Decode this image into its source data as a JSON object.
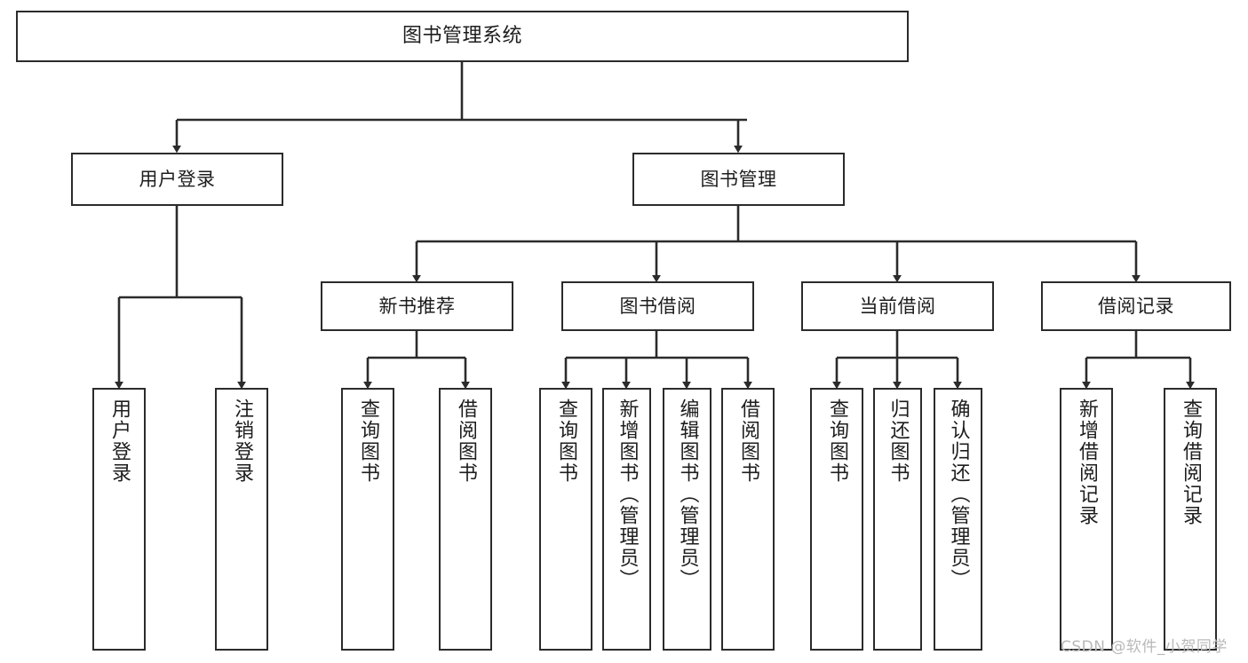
{
  "diagram": {
    "title_box": {
      "label": "图书管理系统"
    },
    "level1": [
      {
        "id": "user-login",
        "label": "用户登录"
      },
      {
        "id": "book-management",
        "label": "图书管理"
      }
    ],
    "level2": [
      {
        "id": "new-book-recommend",
        "label": "新书推荐"
      },
      {
        "id": "book-borrow",
        "label": "图书借阅"
      },
      {
        "id": "current-borrow",
        "label": "当前借阅"
      },
      {
        "id": "borrow-record",
        "label": "借阅记录"
      }
    ],
    "leaves": [
      {
        "id": "leaf-user-login",
        "parent": "user-login",
        "label": "用户登录"
      },
      {
        "id": "leaf-logout-login",
        "parent": "user-login",
        "label": "注销登录"
      },
      {
        "id": "leaf-query-book-1",
        "parent": "new-book-recommend",
        "label": "查询图书"
      },
      {
        "id": "leaf-borrow-book-1",
        "parent": "new-book-recommend",
        "label": "借阅图书"
      },
      {
        "id": "leaf-query-book-2",
        "parent": "book-borrow",
        "label": "查询图书"
      },
      {
        "id": "leaf-add-book",
        "parent": "book-borrow",
        "label": "新增图书（管理员）"
      },
      {
        "id": "leaf-edit-book",
        "parent": "book-borrow",
        "label": "编辑图书（管理员）"
      },
      {
        "id": "leaf-borrow-book-2",
        "parent": "book-borrow",
        "label": "借阅图书"
      },
      {
        "id": "leaf-query-book-3",
        "parent": "current-borrow",
        "label": "查询图书"
      },
      {
        "id": "leaf-return-book",
        "parent": "current-borrow",
        "label": "归还图书"
      },
      {
        "id": "leaf-confirm-return",
        "parent": "current-borrow",
        "label": "确认归还（管理员）"
      },
      {
        "id": "leaf-add-record",
        "parent": "borrow-record",
        "label": "新增借阅记录"
      },
      {
        "id": "leaf-query-record",
        "parent": "borrow-record",
        "label": "查询借阅记录"
      }
    ],
    "colors": {
      "stroke": "#2b2b2b",
      "background": "#ffffff",
      "text": "#1d1d1d",
      "watermark": "#b9b9b9"
    }
  },
  "watermark": {
    "text": "CSDN @软件_小贺同学"
  }
}
